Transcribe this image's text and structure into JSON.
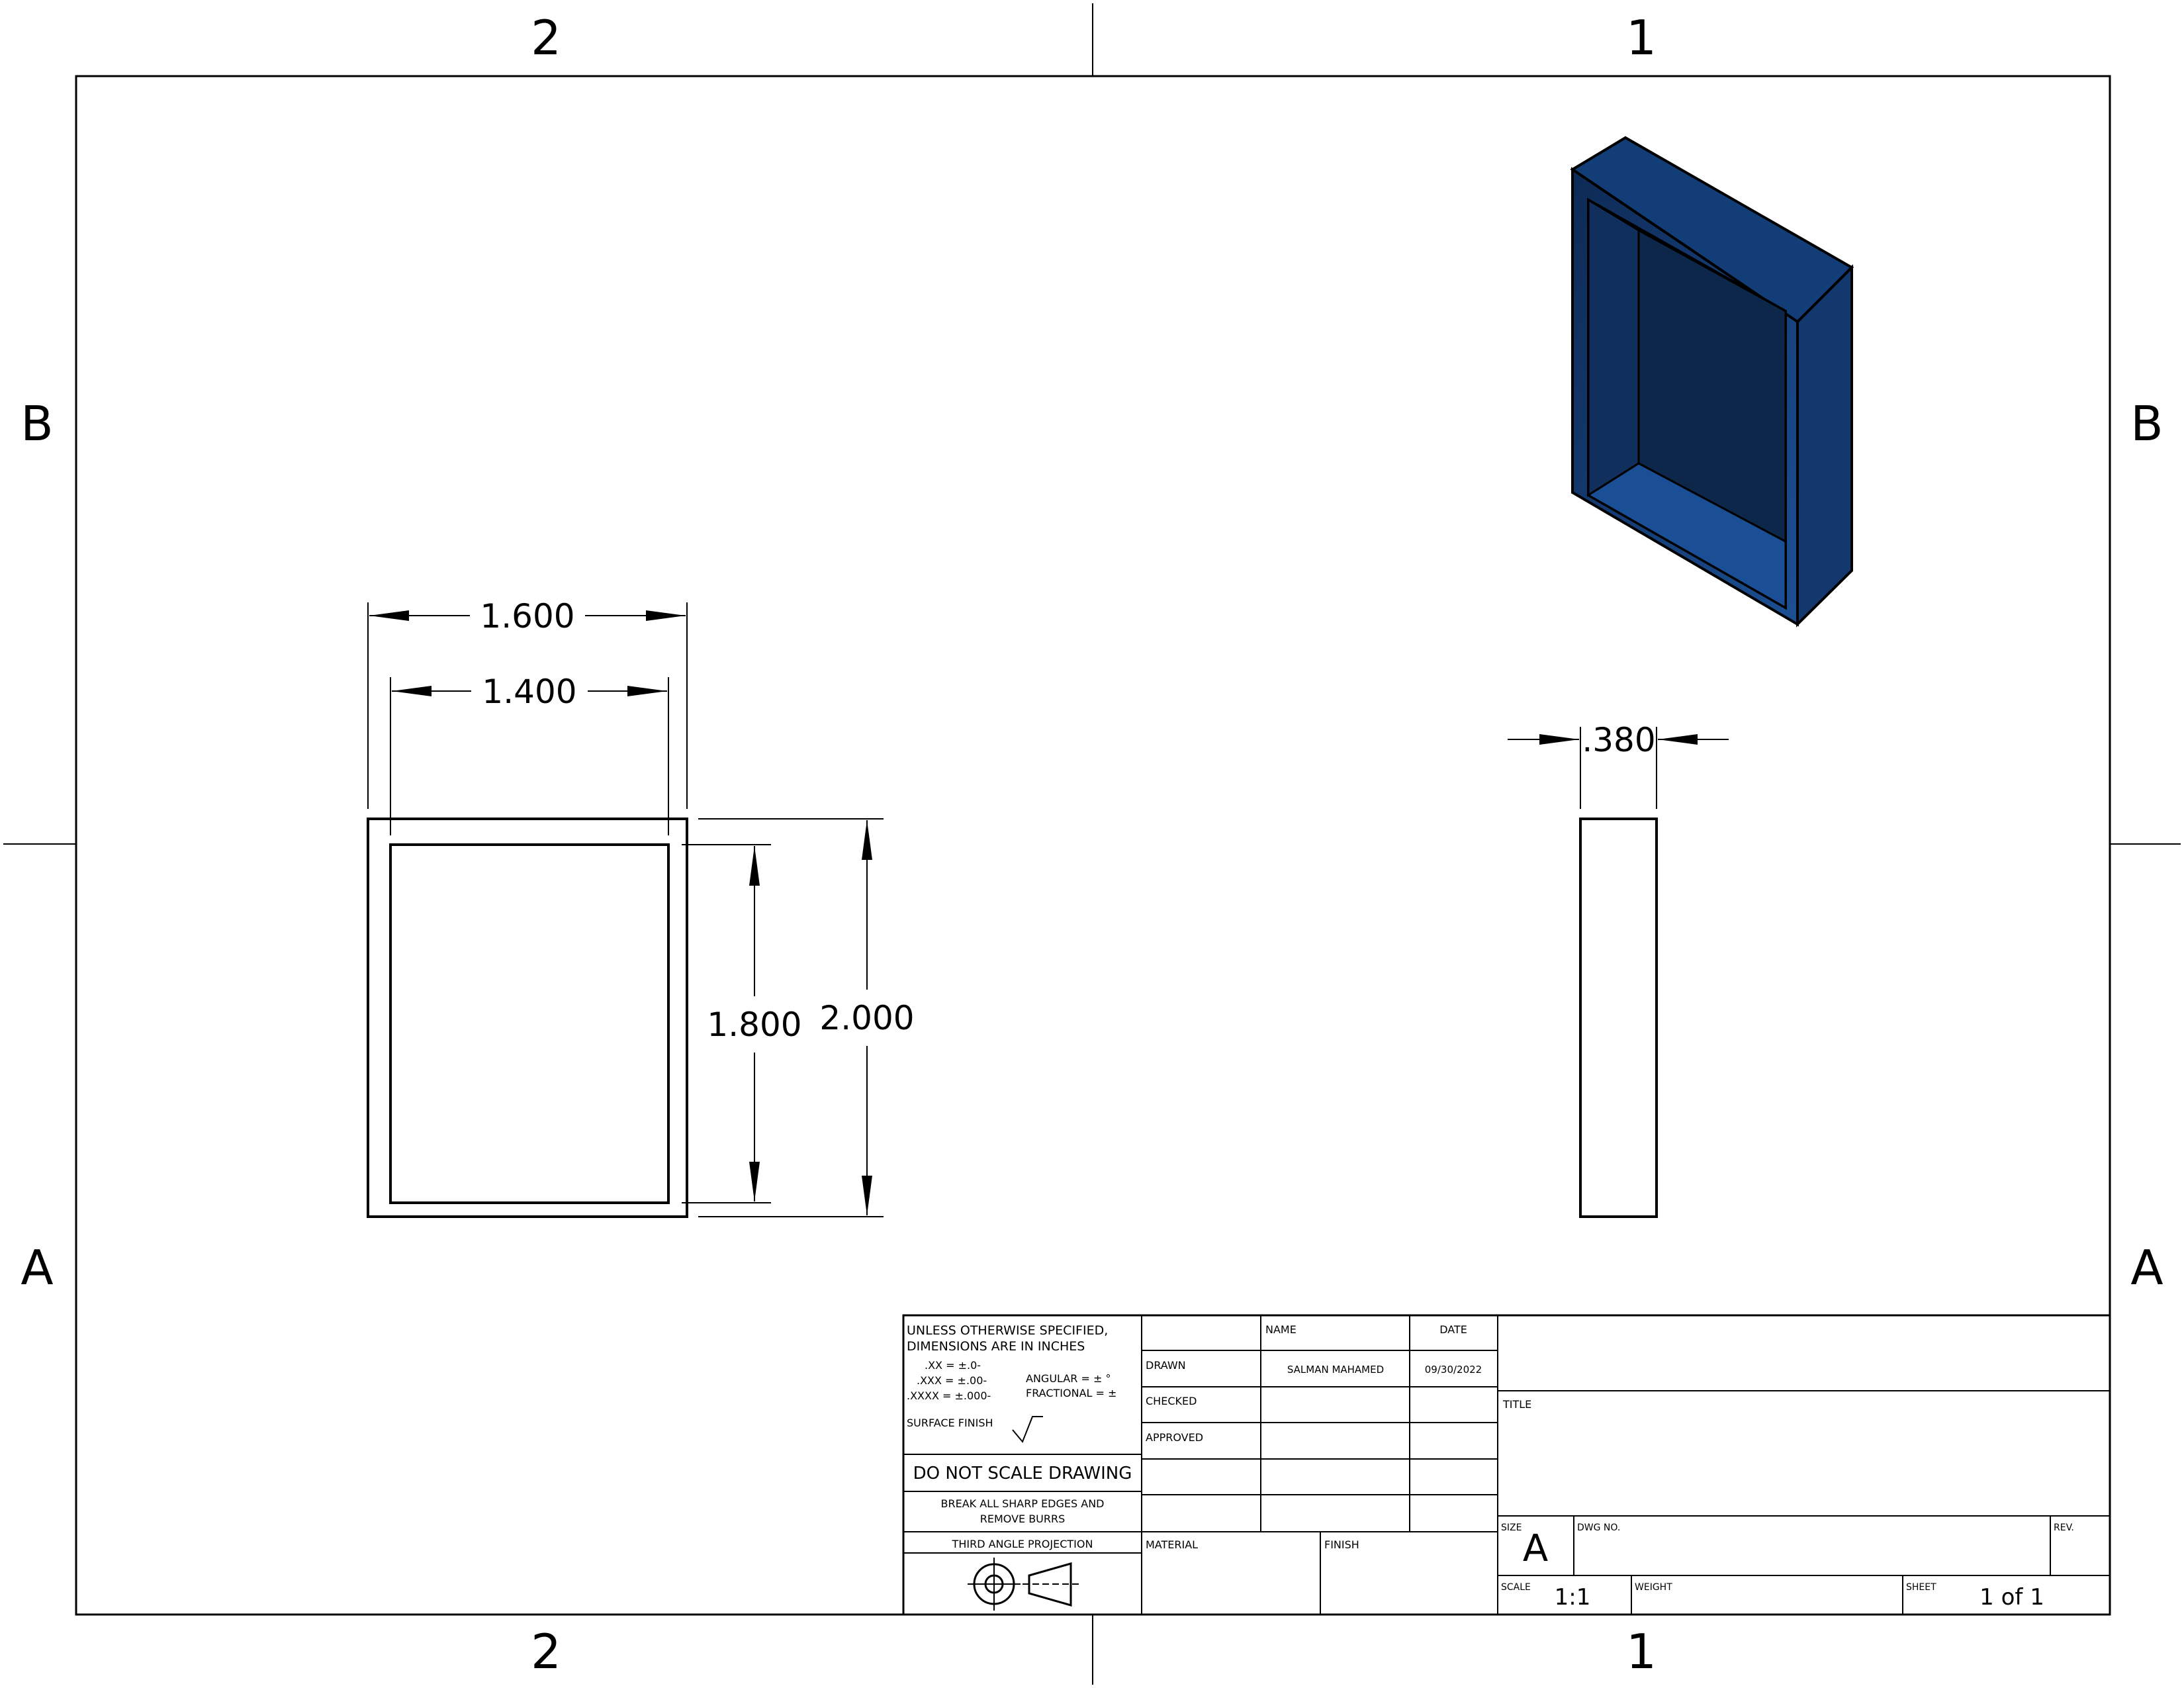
{
  "zones": {
    "col_right": "1",
    "col_left": "2",
    "row_top": "B",
    "row_bottom": "A"
  },
  "views": {
    "front": {
      "outer_width": "1.600",
      "inner_width": "1.400",
      "inner_height": "1.800",
      "outer_height": "2.000"
    },
    "side": {
      "depth": ".380"
    },
    "isometric": {
      "face_color": "#12386e",
      "inner_color": "#0b2545",
      "edge_color": "#000000"
    }
  },
  "title_block": {
    "tolerance_note_line1": "UNLESS OTHERWISE SPECIFIED,",
    "tolerance_note_line2": "DIMENSIONS ARE IN INCHES",
    "tol_xx": ".XX = ±.0-",
    "tol_xxx": ".XXX = ±.00-",
    "tol_xxxx": ".XXXX = ±.000-",
    "tol_angular": "ANGULAR = ± °",
    "tol_fractional": "FRACTIONAL = ±",
    "surface_finish": "SURFACE FINISH",
    "do_not_scale": "DO NOT SCALE DRAWING",
    "break_edges_line1": "BREAK ALL SHARP EDGES AND",
    "break_edges_line2": "REMOVE BURRS",
    "projection": "THIRD ANGLE PROJECTION",
    "col_name": "NAME",
    "col_date": "DATE",
    "row_drawn": "DRAWN",
    "row_checked": "CHECKED",
    "row_approved": "APPROVED",
    "drawn_name": "SALMAN MAHAMED",
    "drawn_date": "09/30/2022",
    "material": "MATERIAL",
    "finish": "FINISH",
    "title_label": "TITLE",
    "size_label": "SIZE",
    "size_value": "A",
    "dwg_no_label": "DWG NO.",
    "rev_label": "REV.",
    "scale_label": "SCALE",
    "scale_value": "1:1",
    "weight_label": "WEIGHT",
    "sheet_label": "SHEET",
    "sheet_value": "1 of 1"
  }
}
